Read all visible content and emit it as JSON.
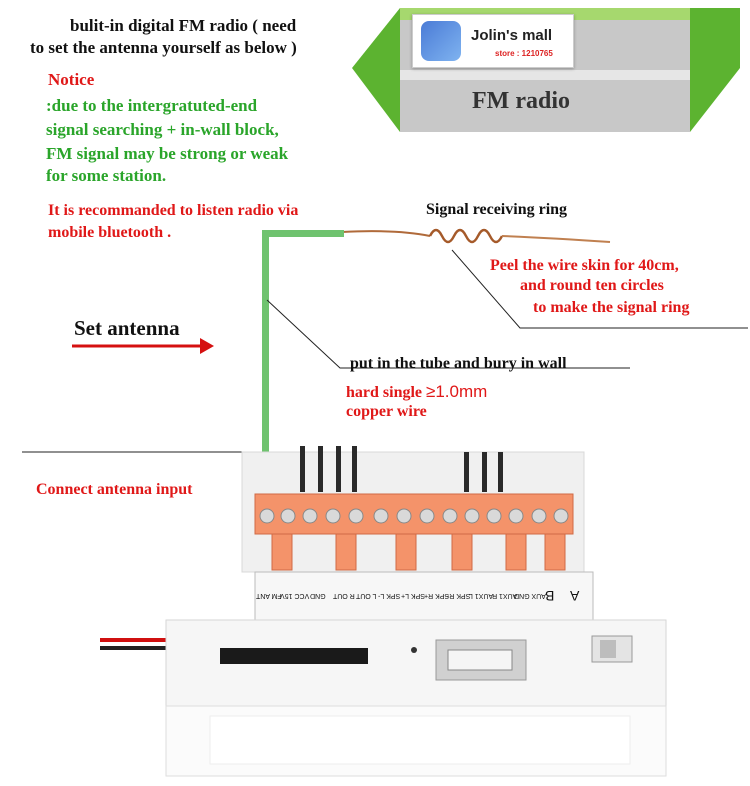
{
  "header": {
    "line1": "bulit-in digital FM radio ( need",
    "line2": "to set the antenna yourself as below )"
  },
  "banner": {
    "store_name": "Jolin's mall",
    "store_sub": "store : 1210765",
    "title": "FM radio"
  },
  "notice": {
    "heading": "Notice",
    "lines": [
      ":due to the intergratuted-end",
      " signal searching + in-wall block,",
      "FM signal may be strong or weak",
      "for some station."
    ],
    "recommend_lines": [
      "It is recommanded to listen radio via",
      "mobile bluetooth ."
    ]
  },
  "annotations": {
    "signal_ring": "Signal receiving ring",
    "peel_lines": [
      "Peel the wire skin for 40cm,",
      "and round ten circles",
      "to make the signal ring"
    ],
    "set_antenna": "Set antenna",
    "tube": "put in the tube and bury in wall",
    "hard_wire_a": "hard single",
    "hard_wire_b": "≥1.0mm",
    "copper": "copper wire",
    "connect": "Connect antenna input"
  },
  "terminals": [
    "FM ANT",
    "VCC 15V",
    "GND",
    "R OUT",
    "L OUT",
    "SPK L-",
    "SPK L+",
    "SPK R+",
    "SPK R-",
    "AUX1 L",
    "AUX1 R",
    "AUX GND",
    "B",
    "A"
  ],
  "colors": {
    "red": "#e01818",
    "green": "#2aa52a",
    "connector": "#f4936a",
    "antenna_wire": "#6fc36f",
    "banner_green": "#5cb330"
  }
}
